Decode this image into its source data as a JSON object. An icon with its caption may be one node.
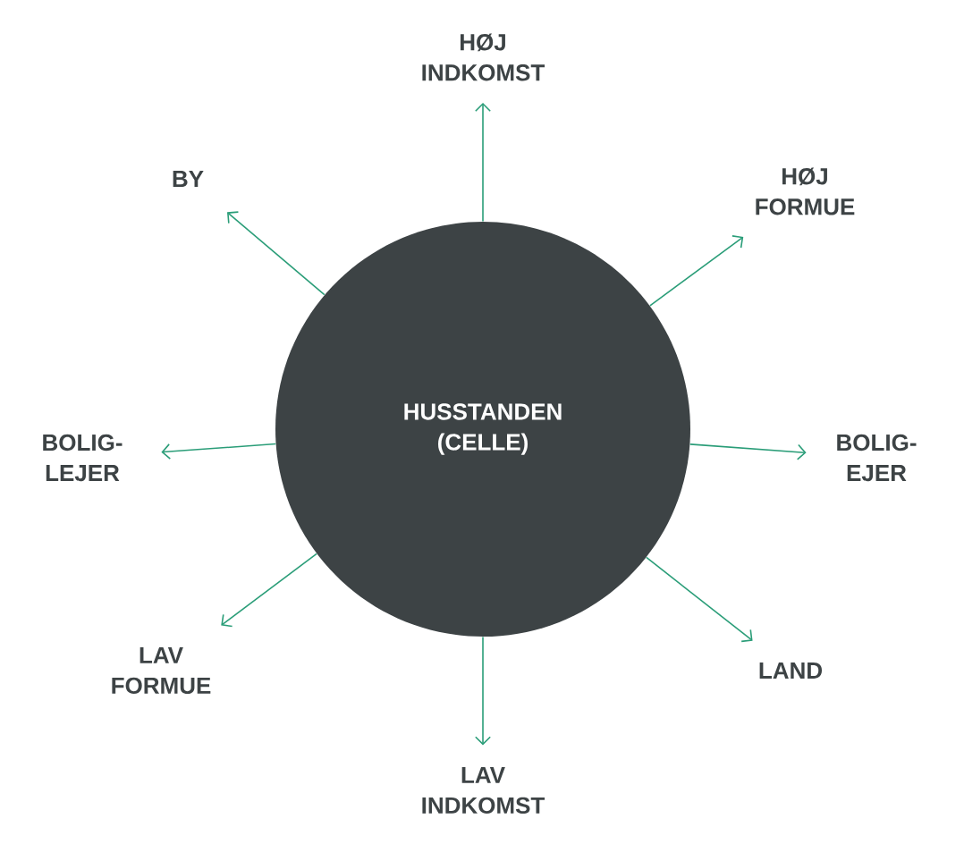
{
  "diagram": {
    "nodes": [
      {
        "text": [
          "HUSSTANDEN (CELLE)"
        ]
      },
      {
        "text": [
          "HØJ INDKOMST"
        ]
      },
      {
        "text": [
          "HØJ FORMUE"
        ]
      },
      {
        "text": [
          "BOLIG-EJER"
        ]
      },
      {
        "text": [
          "LAND"
        ]
      },
      {
        "text": [
          "LAV INDKOMST"
        ]
      },
      {
        "text": [
          "LAV FORMUE"
        ]
      },
      {
        "text": [
          "BOLIG-LEJER"
        ]
      },
      {
        "text": [
          "BY"
        ]
      }
    ],
    "edges": [
      {
        "from": 0,
        "to": 1,
        "arrow": "to"
      },
      {
        "from": 0,
        "to": 2,
        "arrow": "to"
      },
      {
        "from": 0,
        "to": 3,
        "arrow": "to"
      },
      {
        "from": 0,
        "to": 4,
        "arrow": "to"
      },
      {
        "from": 0,
        "to": 5,
        "arrow": "to"
      },
      {
        "from": 0,
        "to": 6,
        "arrow": "to"
      },
      {
        "from": 0,
        "to": 7,
        "arrow": "to"
      },
      {
        "from": 0,
        "to": 8,
        "arrow": "to"
      }
    ]
  }
}
